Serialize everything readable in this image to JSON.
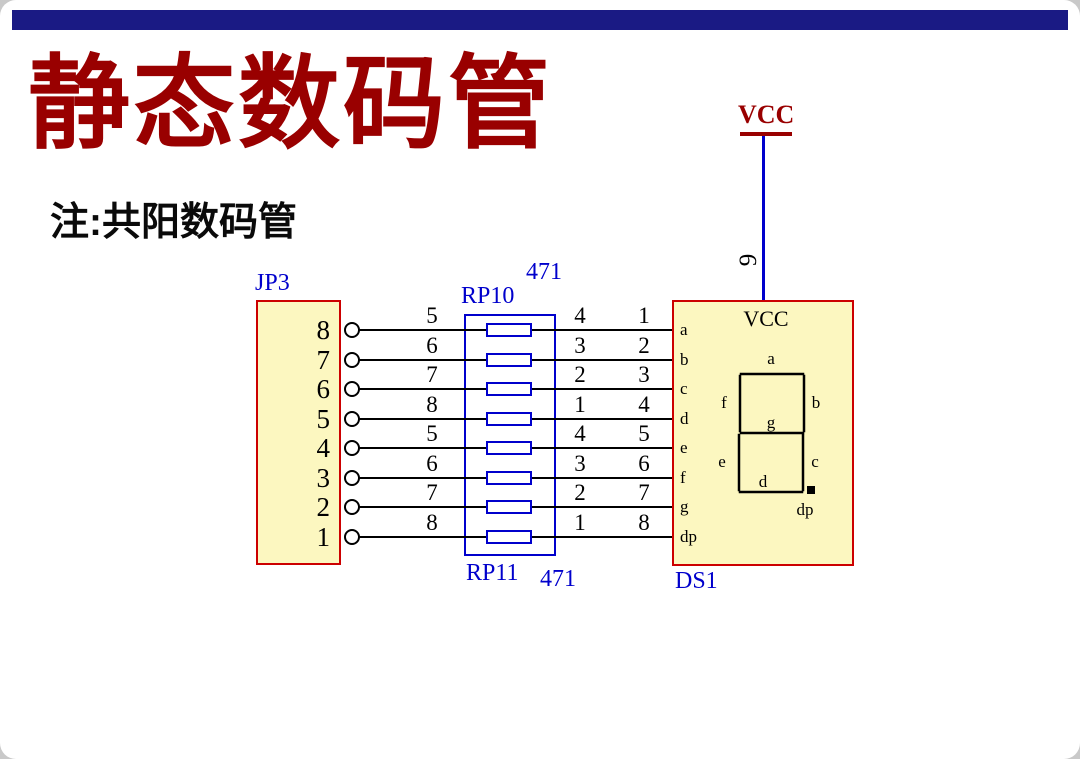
{
  "slide": {
    "title": "静态数码管",
    "subtitle": "注:共阳数码管"
  },
  "power": {
    "vcc_label": "VCC",
    "common_pin": "9"
  },
  "jp3": {
    "label": "JP3"
  },
  "resistor_pack": {
    "top_label": "RP10",
    "top_value": "471",
    "bottom_label": "RP11",
    "bottom_value": "471"
  },
  "display": {
    "label": "DS1",
    "vcc_label": "VCC",
    "digit_labels": {
      "a": "a",
      "b": "b",
      "c": "c",
      "d": "d",
      "e": "e",
      "f": "f",
      "g": "g",
      "dp": "dp"
    }
  },
  "rows": [
    {
      "jp3_pin": "8",
      "rp_left": "5",
      "rp_right": "4",
      "ds1_pin": "1",
      "segment": "a"
    },
    {
      "jp3_pin": "7",
      "rp_left": "6",
      "rp_right": "3",
      "ds1_pin": "2",
      "segment": "b"
    },
    {
      "jp3_pin": "6",
      "rp_left": "7",
      "rp_right": "2",
      "ds1_pin": "3",
      "segment": "c"
    },
    {
      "jp3_pin": "5",
      "rp_left": "8",
      "rp_right": "1",
      "ds1_pin": "4",
      "segment": "d"
    },
    {
      "jp3_pin": "4",
      "rp_left": "5",
      "rp_right": "4",
      "ds1_pin": "5",
      "segment": "e"
    },
    {
      "jp3_pin": "3",
      "rp_left": "6",
      "rp_right": "3",
      "ds1_pin": "6",
      "segment": "f"
    },
    {
      "jp3_pin": "2",
      "rp_left": "7",
      "rp_right": "2",
      "ds1_pin": "7",
      "segment": "g"
    },
    {
      "jp3_pin": "1",
      "rp_left": "8",
      "rp_right": "1",
      "ds1_pin": "8",
      "segment": "dp"
    }
  ],
  "colors": {
    "bar-navy": "#1a1a84",
    "title-red": "#990000",
    "border-red": "#cc0000",
    "box-yellow": "#fcf7c0",
    "label-blue": "#0000cc",
    "wire-black": "#000000"
  }
}
